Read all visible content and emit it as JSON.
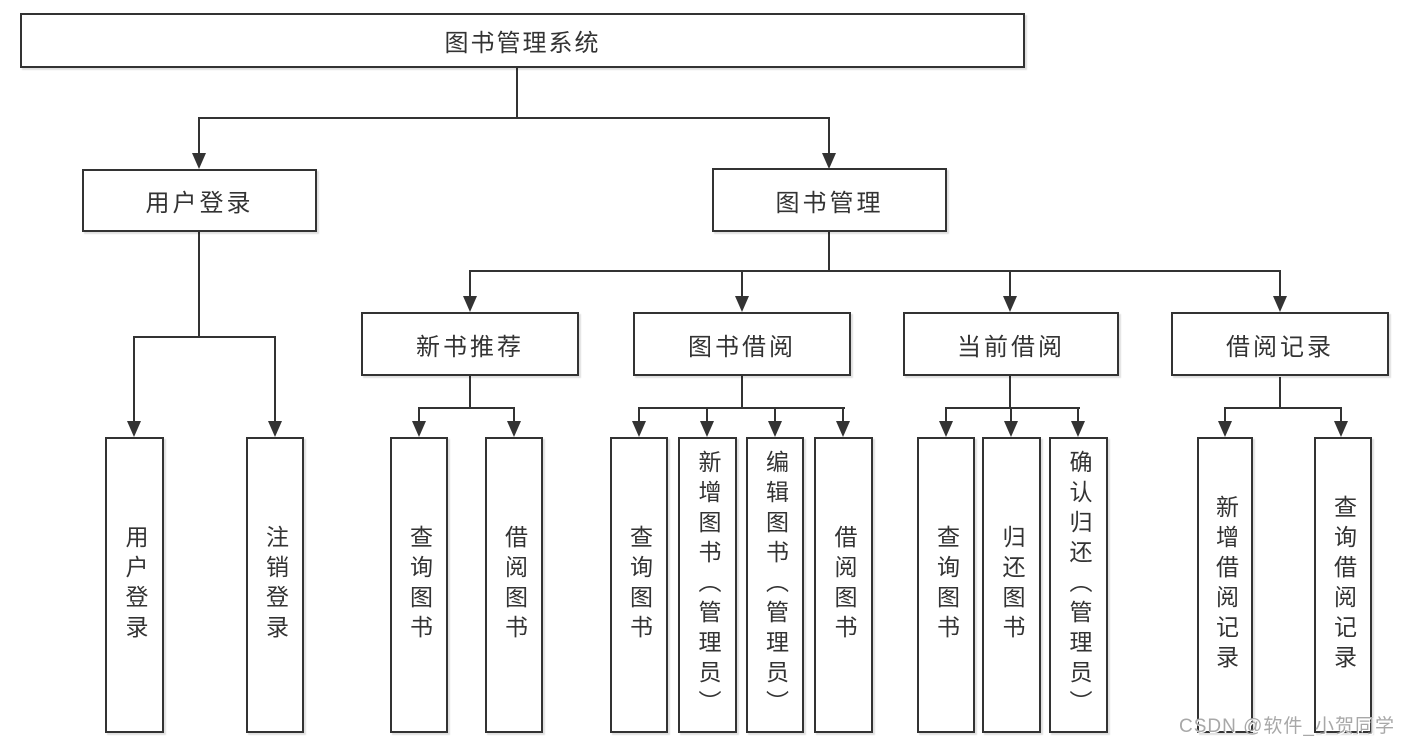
{
  "diagram_type": "functional-structure-tree",
  "colors": {
    "line": "#333333",
    "text": "#333333",
    "background": "#ffffff",
    "watermark_text_color": "#a8a8a8"
  },
  "tree": {
    "label": "图书管理系统",
    "children": [
      {
        "label": "用户登录",
        "children": [
          {
            "label": "用户登录"
          },
          {
            "label": "注销登录"
          }
        ]
      },
      {
        "label": "图书管理",
        "children": [
          {
            "label": "新书推荐",
            "children": [
              {
                "label": "查询图书"
              },
              {
                "label": "借阅图书"
              }
            ]
          },
          {
            "label": "图书借阅",
            "children": [
              {
                "label": "查询图书"
              },
              {
                "label": "新增图书（管理员）"
              },
              {
                "label": "编辑图书（管理员）"
              },
              {
                "label": "借阅图书"
              }
            ]
          },
          {
            "label": "当前借阅",
            "children": [
              {
                "label": "查询图书"
              },
              {
                "label": "归还图书"
              },
              {
                "label": "确认归还（管理员）"
              }
            ]
          },
          {
            "label": "借阅记录",
            "children": [
              {
                "label": "新增借阅记录"
              },
              {
                "label": "查询借阅记录"
              }
            ]
          }
        ]
      }
    ]
  },
  "watermark": {
    "text": "CSDN @软件_小贺同学"
  }
}
